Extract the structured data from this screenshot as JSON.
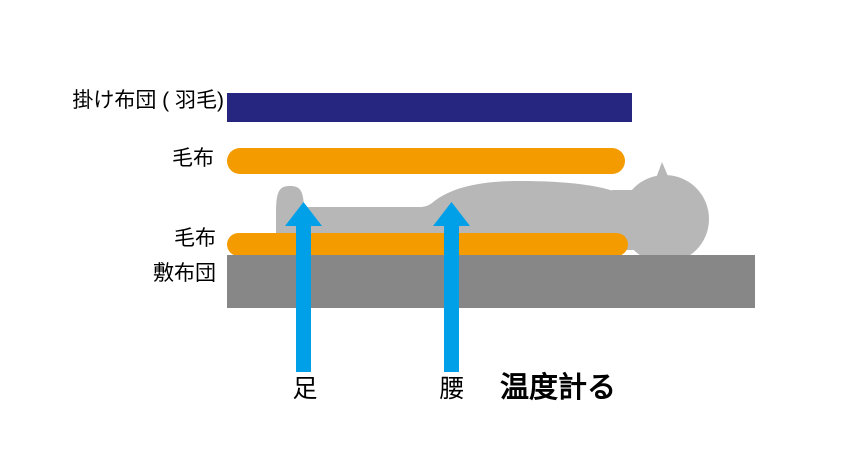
{
  "diagram": {
    "title_labels": {
      "duvet": "掛け布団 ( 羽毛)",
      "blanket_top": "毛布",
      "blanket_bottom": "毛布",
      "mattress": "敷布団",
      "arrow_left": "足",
      "arrow_right": "腰",
      "measure_note": "温度計る"
    },
    "colors": {
      "duvet_navy": "#26257f",
      "blanket_orange": "#f49b00",
      "body_gray": "#b7b7b7",
      "mattress_gray": "#878787",
      "arrow_blue": "#00a0e9",
      "background": "#ffffff",
      "text": "#000000"
    },
    "layers": [
      {
        "name": "duvet-bar",
        "label": "掛け布団 ( 羽毛)",
        "color": "#26257f",
        "shape": "rectangle"
      },
      {
        "name": "blanket-top-pill",
        "label": "毛布",
        "color": "#f49b00",
        "shape": "pill"
      },
      {
        "name": "sleeping-body",
        "label": "body",
        "color": "#b7b7b7",
        "shape": "silhouette"
      },
      {
        "name": "blanket-bottom-pill",
        "label": "毛布",
        "color": "#f49b00",
        "shape": "pill"
      },
      {
        "name": "mattress-bar",
        "label": "敷布団",
        "color": "#878787",
        "shape": "rectangle"
      }
    ],
    "arrows": [
      {
        "name": "arrow-feet",
        "label": "足",
        "color": "#00a0e9",
        "direction": "up"
      },
      {
        "name": "arrow-hip",
        "label": "腰",
        "color": "#00a0e9",
        "direction": "up"
      }
    ]
  }
}
